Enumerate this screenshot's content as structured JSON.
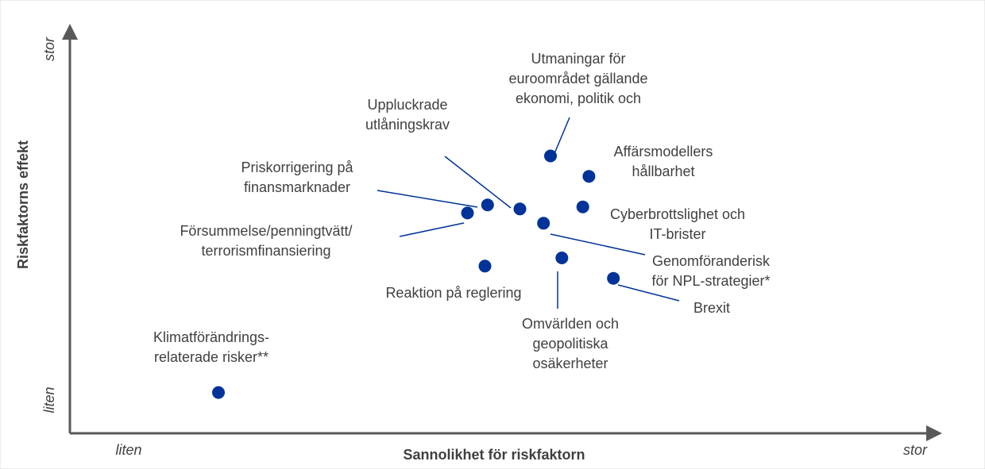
{
  "chart_data": {
    "type": "scatter",
    "title": "",
    "xlabel": "Sannolikhet för riskfaktorn",
    "ylabel": "Riskfaktorns effekt",
    "x_low_label": "liten",
    "x_high_label": "stor",
    "y_low_label": "liten",
    "y_high_label": "stor",
    "xlim": [
      0,
      100
    ],
    "ylim": [
      0,
      100
    ],
    "grid": false,
    "point_color": "#003399",
    "axis_color": "#595959",
    "leader_color": "#003399",
    "points": [
      {
        "id": "klimat",
        "label_lines": [
          "Klimatförändrings-",
          "relaterade risker**"
        ],
        "x": 17,
        "y": 10
      },
      {
        "id": "forsummelse",
        "label_lines": [
          "Försummelse/penningtvätt/",
          "terrorismfinansiering"
        ],
        "x": 45.5,
        "y": 54
      },
      {
        "id": "priskorrigering",
        "label_lines": [
          "Priskorrigering på",
          "finansmarknader"
        ],
        "x": 47.8,
        "y": 56
      },
      {
        "id": "upplucktrade",
        "label_lines": [
          "Uppluckrade",
          "utlåningskrav"
        ],
        "x": 51.5,
        "y": 55
      },
      {
        "id": "genomforanderisk",
        "label_lines": [
          "Genomföranderisk",
          "för NPL-strategier*"
        ],
        "x": 54.2,
        "y": 51.5
      },
      {
        "id": "utmaningar",
        "label_lines": [
          "Utmaningar för",
          "euroområdet gällande",
          "ekonomi, politik och"
        ],
        "x": 55,
        "y": 68
      },
      {
        "id": "affarsmodeller",
        "label_lines": [
          "Affärsmodellers",
          "hållbarhet"
        ],
        "x": 59.4,
        "y": 63
      },
      {
        "id": "cyberbrott",
        "label_lines": [
          "Cyberbrottslighet och",
          "IT-brister"
        ],
        "x": 58.7,
        "y": 55.5
      },
      {
        "id": "reaktion",
        "label_lines": [
          "Reaktion på reglering"
        ],
        "x": 47.5,
        "y": 41
      },
      {
        "id": "omvarlden",
        "label_lines": [
          "Omvärlden och",
          "geopolitiska",
          "osäkerheter"
        ],
        "x": 56.3,
        "y": 43
      },
      {
        "id": "brexit",
        "label_lines": [
          "Brexit"
        ],
        "x": 62.2,
        "y": 38
      }
    ]
  }
}
